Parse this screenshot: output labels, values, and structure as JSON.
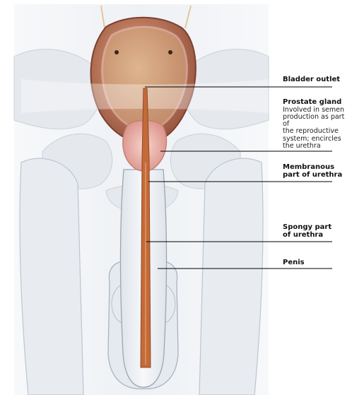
{
  "labels": {
    "bladder_outlet": {
      "title": "Bladder outlet"
    },
    "prostate_gland": {
      "title": "Prostate gland",
      "description": [
        "Involved in semen",
        "production as part of",
        "the reproductive",
        "system; encircles",
        "the urethra"
      ]
    },
    "membranous": {
      "title": [
        "Membranous",
        "part of urethra"
      ]
    },
    "spongy": {
      "title": [
        "Spongy part",
        "of urethra"
      ]
    },
    "penis": {
      "title": "Penis"
    }
  },
  "colors": {
    "bladder_wall": "#a8614a",
    "bladder_lining": "#d8a98a",
    "urethra": "#c46a38",
    "prostate": "#e9b6ae",
    "body_outline": "#9aa6b2",
    "body_fill": "#eef1f4",
    "leader_line": "#000000"
  }
}
